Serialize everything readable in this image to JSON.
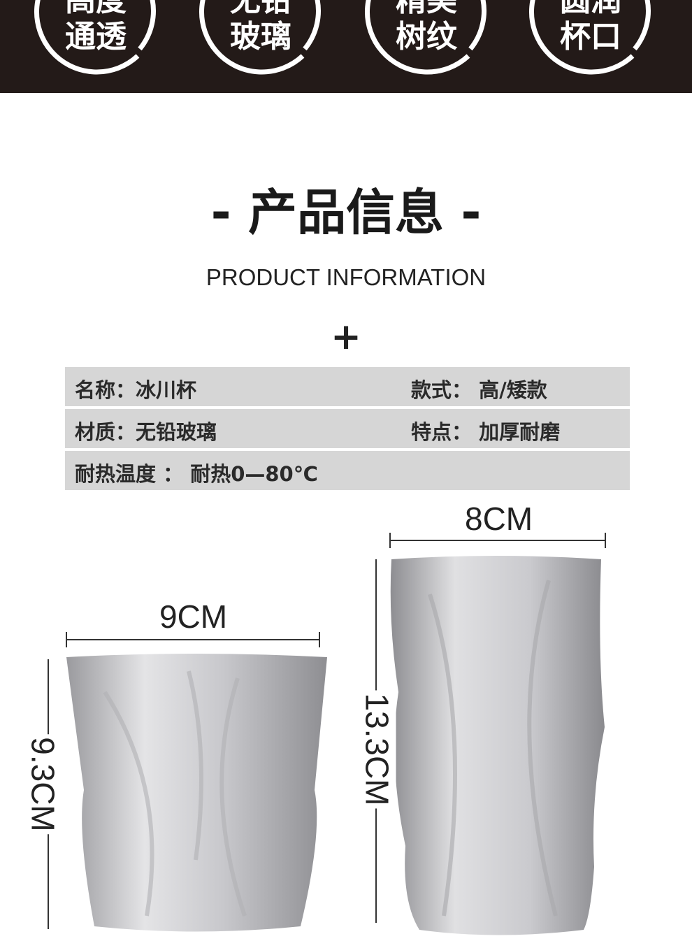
{
  "features": [
    {
      "line1": "高度",
      "line2": "通透"
    },
    {
      "line1": "无铅",
      "line2": "玻璃"
    },
    {
      "line1": "精美",
      "line2": "树纹"
    },
    {
      "line1": "圆润",
      "line2": "杯口"
    }
  ],
  "title": "- 产品信息 -",
  "subtitle": "PRODUCT INFORMATION",
  "plus": "+",
  "specs": [
    {
      "left": "名称：冰川杯",
      "right": "款式：  高/矮款"
    },
    {
      "left": "材质：无铅玻璃",
      "right": "特点：  加厚耐磨"
    },
    {
      "left": "耐热温度  ：  耐热0—80℃",
      "right": ""
    }
  ],
  "dimensions": {
    "short_width": "9CM",
    "short_height": "9.3CM",
    "tall_width": "8CM",
    "tall_height": "13.3CM"
  },
  "colors": {
    "band": "#231a18",
    "row": "#d6d6d6"
  }
}
